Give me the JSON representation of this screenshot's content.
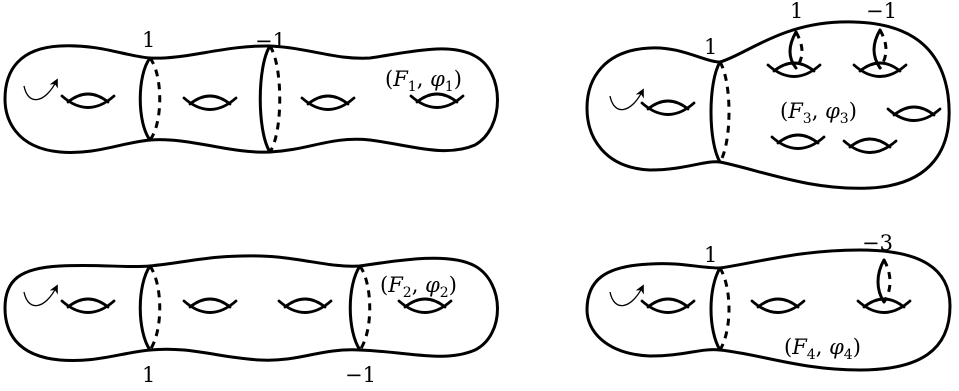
{
  "panels": [
    {
      "id": "p1",
      "label": {
        "name_italic": "F",
        "name_sub": "1",
        "map_italic": "φ",
        "map_sub": "1"
      },
      "curve_labels": [
        "1",
        "−1"
      ]
    },
    {
      "id": "p2",
      "label": {
        "name_italic": "F",
        "name_sub": "2",
        "map_italic": "φ",
        "map_sub": "2"
      },
      "curve_labels": [
        "1",
        "−1"
      ]
    },
    {
      "id": "p3",
      "label": {
        "name_italic": "F",
        "name_sub": "3",
        "map_italic": "φ",
        "map_sub": "3"
      },
      "curve_labels": [
        "1",
        "1",
        "−1"
      ]
    },
    {
      "id": "p4",
      "label": {
        "name_italic": "F",
        "name_sub": "4",
        "map_italic": "φ",
        "map_sub": "4"
      },
      "curve_labels": [
        "1",
        "−3"
      ]
    }
  ]
}
